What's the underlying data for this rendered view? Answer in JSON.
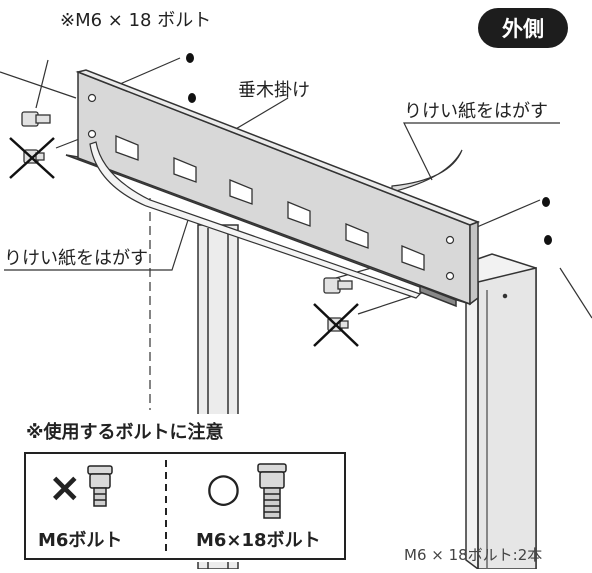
{
  "badge": "外側",
  "labels": {
    "bolt_top": "※M6 × 18 ボルト",
    "part_name": "垂木掛け",
    "peel_right": "りけい紙をはがす",
    "peel_left": "りけい紙をはがす",
    "bottom_count": "M6 × 18ボルト:2本"
  },
  "note": {
    "title": "※使用するボルトに注意",
    "wrong_mark": "×",
    "right_mark": "○",
    "wrong_caption": "M6ボルト",
    "right_caption": "M6×18ボルト"
  }
}
